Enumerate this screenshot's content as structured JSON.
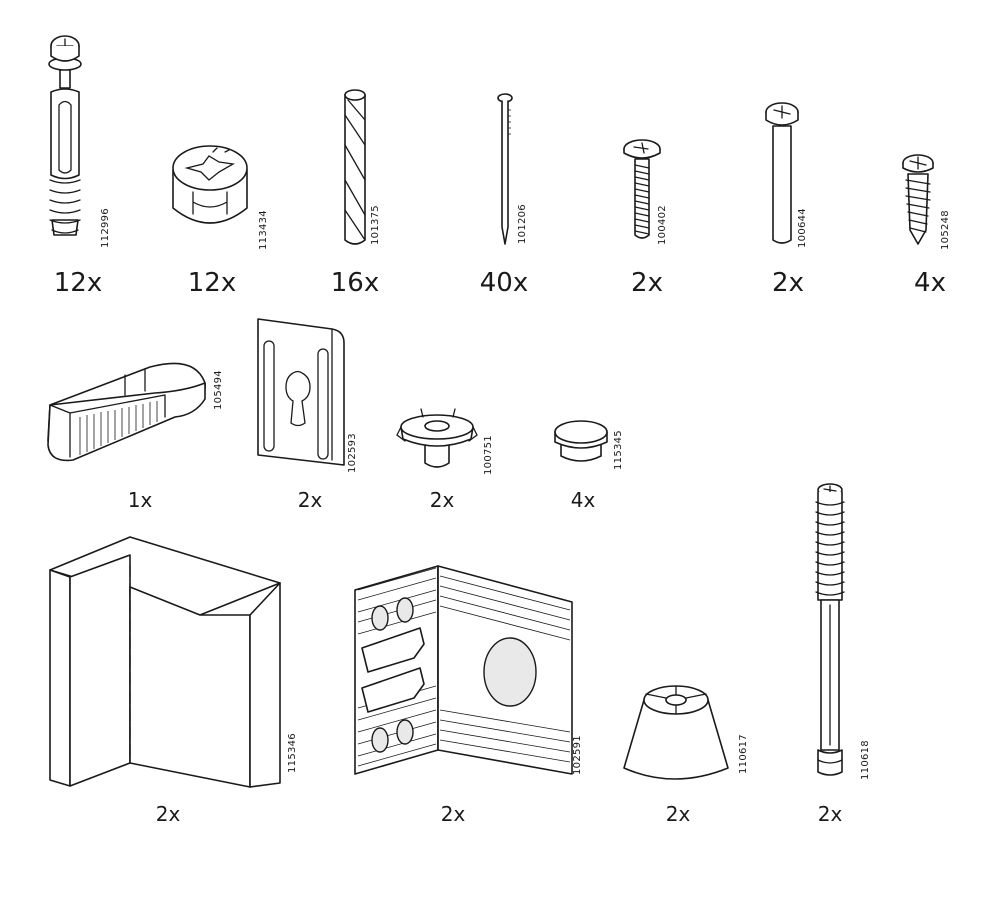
{
  "parts": [
    {
      "name": "cam-bolt",
      "part_number": "112996",
      "quantity": "12x"
    },
    {
      "name": "cam-lock",
      "part_number": "113434",
      "quantity": "12x"
    },
    {
      "name": "wooden-dowel",
      "part_number": "101375",
      "quantity": "16x"
    },
    {
      "name": "nail",
      "part_number": "101206",
      "quantity": "40x"
    },
    {
      "name": "machine-screw",
      "part_number": "100402",
      "quantity": "2x"
    },
    {
      "name": "long-pin-screw",
      "part_number": "100644",
      "quantity": "2x"
    },
    {
      "name": "short-screw",
      "part_number": "105248",
      "quantity": "4x"
    },
    {
      "name": "wedge-block",
      "part_number": "105494",
      "quantity": "1x"
    },
    {
      "name": "keyhole-plate",
      "part_number": "102593",
      "quantity": "2x"
    },
    {
      "name": "tee-nut",
      "part_number": "100751",
      "quantity": "2x"
    },
    {
      "name": "cap-plug",
      "part_number": "115345",
      "quantity": "4x"
    },
    {
      "name": "corner-block",
      "part_number": "115346",
      "quantity": "2x"
    },
    {
      "name": "corner-bracket",
      "part_number": "102591",
      "quantity": "2x"
    },
    {
      "name": "furniture-foot",
      "part_number": "110617",
      "quantity": "2x"
    },
    {
      "name": "threaded-rod",
      "part_number": "110618",
      "quantity": "2x"
    }
  ]
}
